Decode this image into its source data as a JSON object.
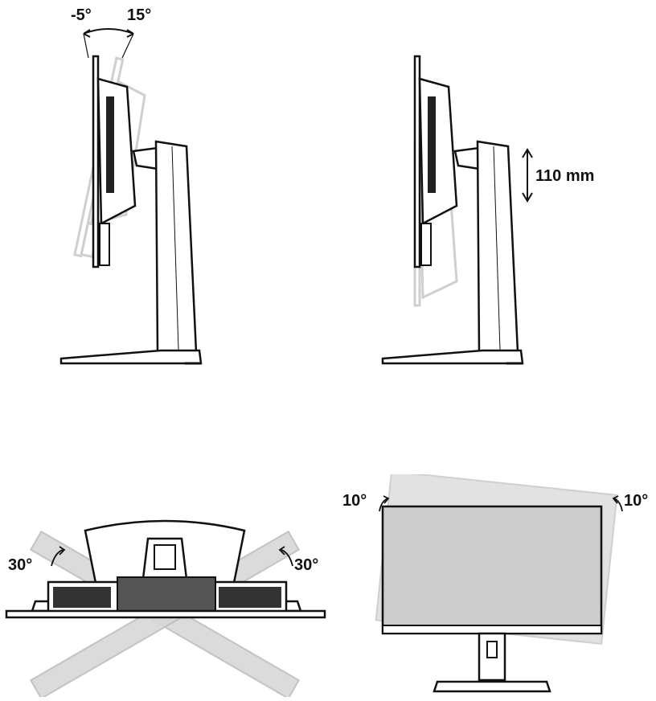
{
  "tilt": {
    "back_angle": "-5°",
    "forward_angle": "15°"
  },
  "height": {
    "label": "110 mm"
  },
  "swivel": {
    "left_angle": "30°",
    "right_angle": "30°"
  },
  "pivot": {
    "left_angle": "10°",
    "right_angle": "10°"
  },
  "colors": {
    "ink": "#111111",
    "ghost": "#cfcfcf",
    "screen": "#cccccc",
    "mesh": "#333333"
  }
}
